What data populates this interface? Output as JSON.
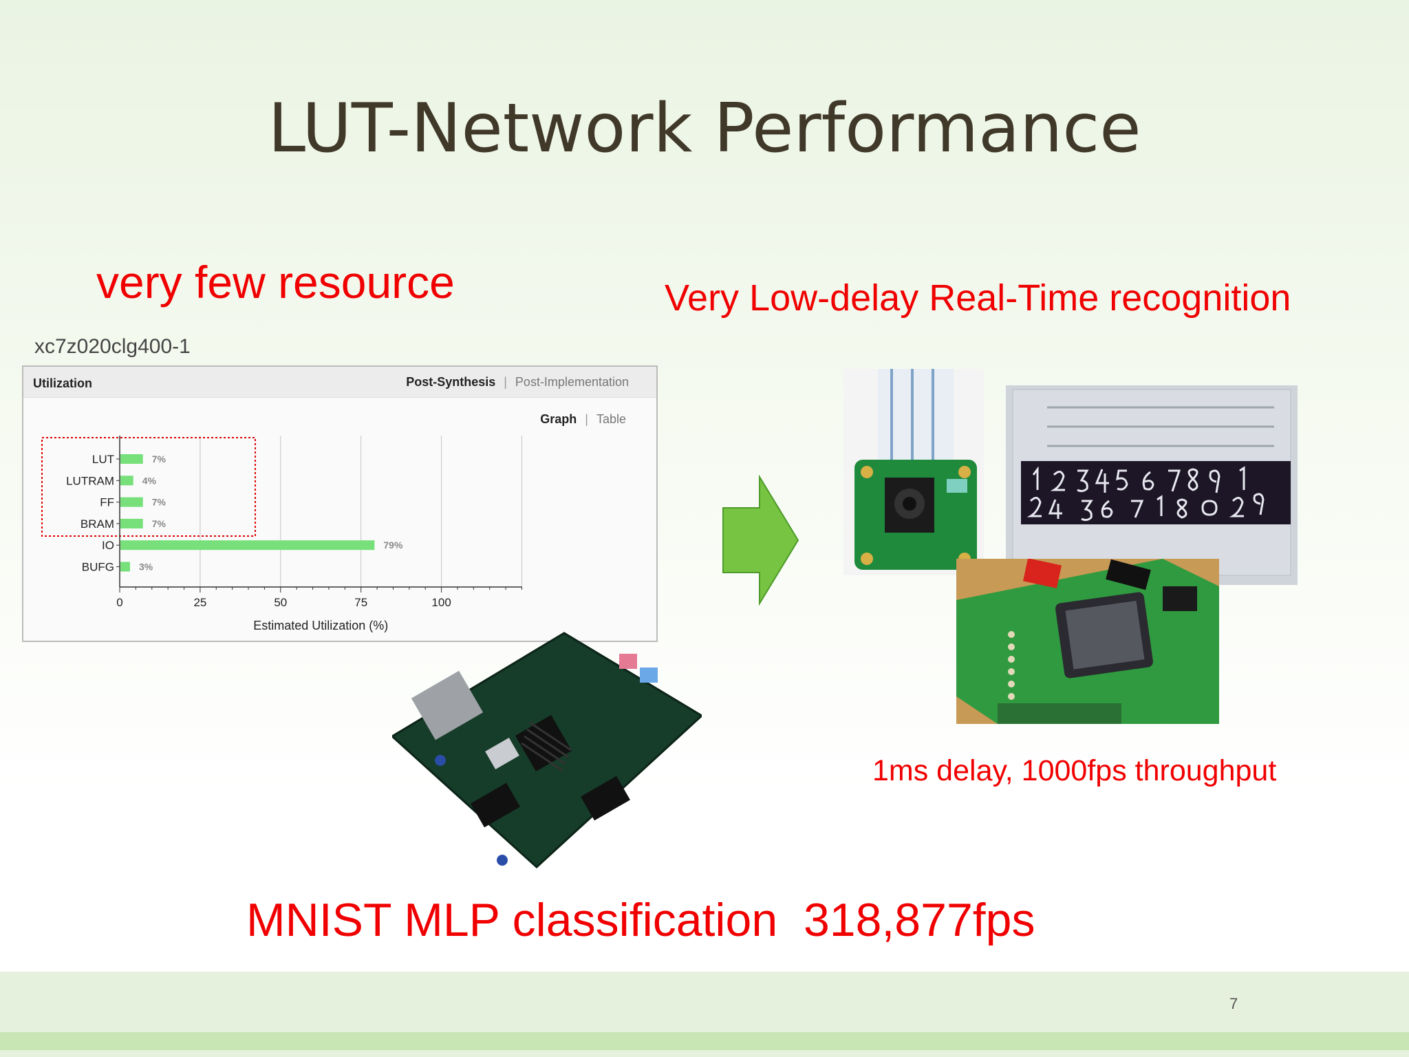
{
  "slide": {
    "title": "LUT-Network Performance",
    "left_heading": "very few resource",
    "right_heading": "Very Low-delay Real-Time recognition",
    "part_number": "xc7z020clg400-1",
    "delay_text": "1ms delay, 1000fps throughput",
    "bottom_text": "MNIST MLP classification  318,877fps",
    "page_number": "7"
  },
  "utilization_panel": {
    "title": "Utilization",
    "tab_active": "Post-Synthesis",
    "tab_inactive": "Post-Implementation",
    "view_active": "Graph",
    "view_inactive": "Table"
  },
  "chart_data": {
    "type": "bar",
    "orientation": "horizontal",
    "categories": [
      "LUT",
      "LUTRAM",
      "FF",
      "BRAM",
      "IO",
      "BUFG"
    ],
    "values": [
      7,
      4,
      7,
      7,
      79,
      3
    ],
    "value_labels": [
      "7%",
      "4%",
      "7%",
      "7%",
      "79%",
      "3%"
    ],
    "xlabel": "Estimated Utilization (%)",
    "xticks": [
      0,
      25,
      50,
      75,
      100
    ],
    "xlim": [
      0,
      125
    ],
    "bar_color": "#77e07a",
    "grid": true
  },
  "colors": {
    "red_text": "#f00000",
    "title_text": "#403828",
    "arrow_green": "#76c442"
  }
}
